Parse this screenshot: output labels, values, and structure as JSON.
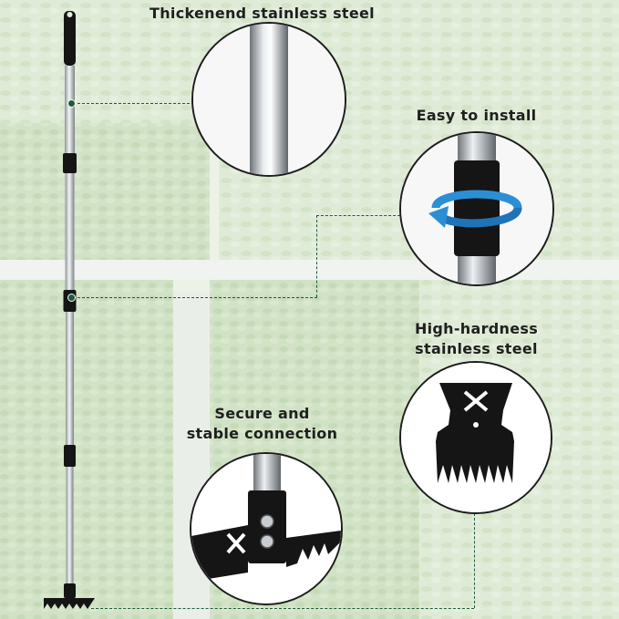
{
  "features": {
    "steel": {
      "label": "Thickenend stainless steel",
      "icon": "pole-closeup-icon"
    },
    "install": {
      "label": "Easy to install",
      "icon": "rotate-arrow-icon"
    },
    "hardness": {
      "label_line1": "High-hardness",
      "label_line2": "stainless steel",
      "icon": "rake-head-icon"
    },
    "connection": {
      "label_line1": "Secure and",
      "label_line2": "stable connection",
      "icon": "bolt-connection-icon"
    }
  },
  "colors": {
    "line": "#1f5a3a",
    "steel": "#c9cdd1",
    "black": "#151515",
    "accent": "#2c8fd6"
  }
}
